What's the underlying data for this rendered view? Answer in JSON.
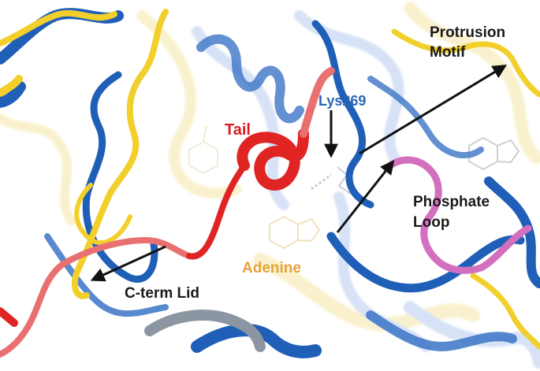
{
  "colors": {
    "structure_a": "#1f5fb8",
    "structure_a_light": "#8fb0e6",
    "structure_b": "#f2cf2a",
    "structure_b_light": "#f5e6a6",
    "tail": "#e02424",
    "tail_light": "#e97070",
    "phosphate_loop": "#d26fbe",
    "grey_strand": "#8c96a3",
    "label_dark": "#1a1a1a",
    "label_blue": "#2a66b3",
    "label_red": "#d61f1f",
    "label_orange": "#e5a23a",
    "arrow": "#111111"
  },
  "labels": {
    "protrusion_line1": "Protrusion",
    "protrusion_line2": "Motif",
    "lys269": "Lys269",
    "tail": "Tail",
    "phosphate_line1": "Phosphate",
    "phosphate_line2": "Loop",
    "cterm_lid": "C-term Lid",
    "adenine": "Adenine"
  }
}
